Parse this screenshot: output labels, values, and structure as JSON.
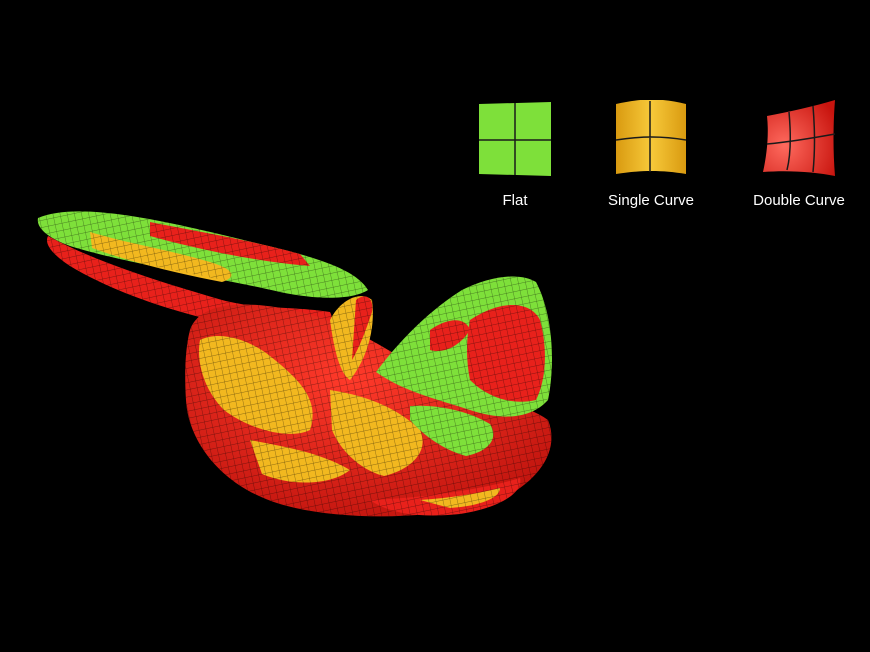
{
  "legend": {
    "flat": {
      "label": "Flat",
      "color": "#7ee03a"
    },
    "single_curve": {
      "label": "Single Curve",
      "color": "#f2b81f"
    },
    "double_curve": {
      "label": "Double Curve",
      "color": "#e8211b"
    }
  },
  "colors": {
    "background": "#000000",
    "panel_seam": "#1a1a1a",
    "label_text": "#ffffff"
  },
  "model": {
    "icon": "curvature-analysis-mesh"
  }
}
